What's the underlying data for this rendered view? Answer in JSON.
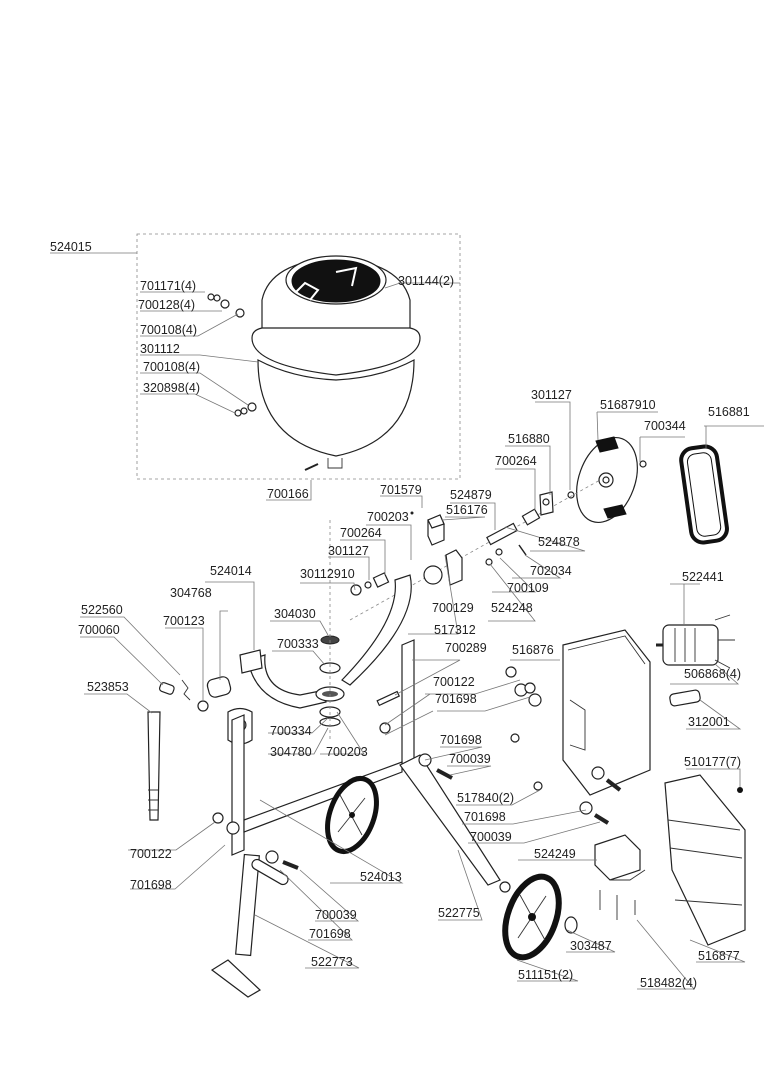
{
  "diagram": {
    "title": "Concrete mixer exploded parts diagram",
    "colors": {
      "line": "#222222",
      "leader": "#777777",
      "background": "#ffffff",
      "fill_dark": "#111111"
    },
    "assembly_group": {
      "id": "524015",
      "label": "524015"
    },
    "labels": [
      {
        "id": "p524015",
        "text": "524015"
      },
      {
        "id": "p701171",
        "text": "701171(4)"
      },
      {
        "id": "p700128",
        "text": "700128(4)"
      },
      {
        "id": "p700108a",
        "text": "700108(4)"
      },
      {
        "id": "p301112",
        "text": "301112"
      },
      {
        "id": "p700108b",
        "text": "700108(4)"
      },
      {
        "id": "p320898",
        "text": "320898(4)"
      },
      {
        "id": "p301144",
        "text": "301144(2)"
      },
      {
        "id": "p700166",
        "text": "700166"
      },
      {
        "id": "p301127a",
        "text": "301127"
      },
      {
        "id": "p51687910",
        "text": "51687910"
      },
      {
        "id": "p516881",
        "text": "516881"
      },
      {
        "id": "p516880",
        "text": "516880"
      },
      {
        "id": "p700344",
        "text": "700344"
      },
      {
        "id": "p700264a",
        "text": "700264"
      },
      {
        "id": "p701579",
        "text": "701579"
      },
      {
        "id": "p524879",
        "text": "524879"
      },
      {
        "id": "p516176",
        "text": "516176"
      },
      {
        "id": "p700203a",
        "text": "700203"
      },
      {
        "id": "p524878",
        "text": "524878"
      },
      {
        "id": "p700264b",
        "text": "700264"
      },
      {
        "id": "p301127b",
        "text": "301127"
      },
      {
        "id": "p702034",
        "text": "702034"
      },
      {
        "id": "p524014",
        "text": "524014"
      },
      {
        "id": "p30112910",
        "text": "30112910"
      },
      {
        "id": "p700109",
        "text": "700109"
      },
      {
        "id": "p522441",
        "text": "522441"
      },
      {
        "id": "p522560",
        "text": "522560"
      },
      {
        "id": "p304768",
        "text": "304768"
      },
      {
        "id": "p700129",
        "text": "700129"
      },
      {
        "id": "p524248",
        "text": "524248"
      },
      {
        "id": "p700060",
        "text": "700060"
      },
      {
        "id": "p700123",
        "text": "700123"
      },
      {
        "id": "p304030",
        "text": "304030"
      },
      {
        "id": "p517312",
        "text": "517312"
      },
      {
        "id": "p700333",
        "text": "700333"
      },
      {
        "id": "p700289",
        "text": "700289"
      },
      {
        "id": "p516876",
        "text": "516876"
      },
      {
        "id": "p506868",
        "text": "506868(4)"
      },
      {
        "id": "p523853",
        "text": "523853"
      },
      {
        "id": "p700122a",
        "text": "700122"
      },
      {
        "id": "p701698a",
        "text": "701698"
      },
      {
        "id": "p312001",
        "text": "312001"
      },
      {
        "id": "p700334",
        "text": "700334"
      },
      {
        "id": "p304780",
        "text": "304780"
      },
      {
        "id": "p700203b",
        "text": "700203"
      },
      {
        "id": "p701698b",
        "text": "701698"
      },
      {
        "id": "p700039a",
        "text": "700039"
      },
      {
        "id": "p510177",
        "text": "510177(7)"
      },
      {
        "id": "p517840",
        "text": "517840(2)"
      },
      {
        "id": "p701698c",
        "text": "701698"
      },
      {
        "id": "p700039b",
        "text": "700039"
      },
      {
        "id": "p700122b",
        "text": "700122"
      },
      {
        "id": "p524249",
        "text": "524249"
      },
      {
        "id": "p701698d",
        "text": "701698"
      },
      {
        "id": "p524013",
        "text": "524013"
      },
      {
        "id": "p700039c",
        "text": "700039"
      },
      {
        "id": "p522775",
        "text": "522775"
      },
      {
        "id": "p701698e",
        "text": "701698"
      },
      {
        "id": "p303487",
        "text": "303487"
      },
      {
        "id": "p516877",
        "text": "516877"
      },
      {
        "id": "p522773",
        "text": "522773"
      },
      {
        "id": "p511151",
        "text": "511151(2)"
      },
      {
        "id": "p518482",
        "text": "518482(4)"
      }
    ]
  }
}
